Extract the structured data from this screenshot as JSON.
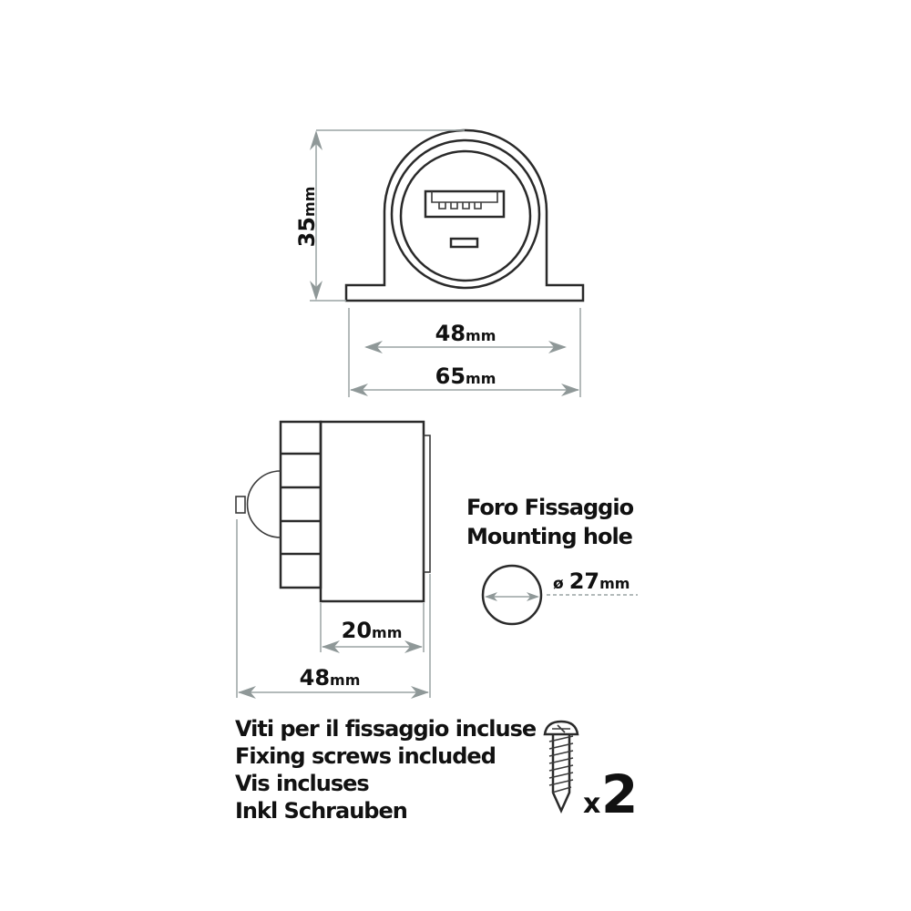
{
  "dimensions": {
    "height": {
      "value": "35",
      "unit": "mm"
    },
    "inner_width": {
      "value": "48",
      "unit": "mm"
    },
    "outer_width": {
      "value": "65",
      "unit": "mm"
    },
    "depth_body": {
      "value": "20",
      "unit": "mm"
    },
    "depth_total": {
      "value": "48",
      "unit": "mm"
    },
    "hole_diameter": {
      "symbol": "ø",
      "value": "27",
      "unit": "mm"
    }
  },
  "mounting_hole": {
    "line1": "Foro Fissaggio",
    "line2": "Mounting hole"
  },
  "screws": {
    "lines": [
      "Viti per il fissaggio incluse",
      "Fixing screws included",
      "Vis incluses",
      "Inkl Schrauben"
    ],
    "multiplier_x": "x",
    "multiplier_n": "2"
  },
  "colors": {
    "line": "#2a2a2a",
    "dimension": "#9aa3a3"
  }
}
